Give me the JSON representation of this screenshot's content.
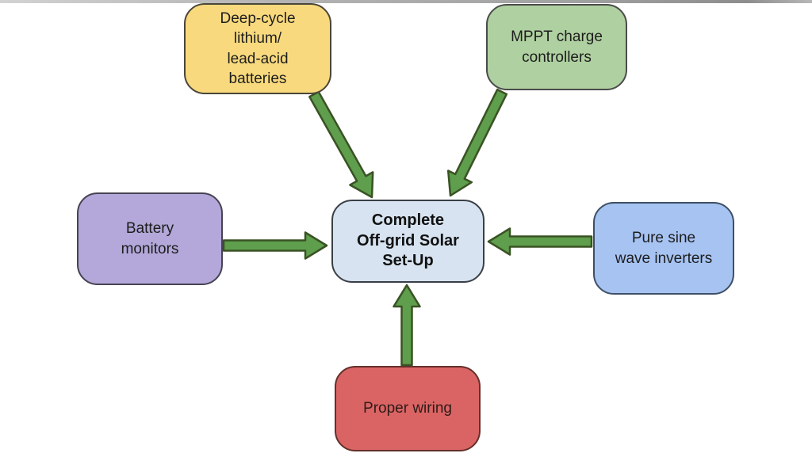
{
  "diagram_title": "Complete Off-grid Solar Set-Up components diagram",
  "nodes": {
    "batteries": {
      "label": "Deep-cycle\nlithium/\nlead-acid\nbatteries",
      "fill": "#F8D97D",
      "border": "#4a463a",
      "text_color": "#1d1d1d"
    },
    "mppt": {
      "label": "MPPT charge\ncontrollers",
      "fill": "#AFD0A0",
      "border": "#4b4b4b",
      "text_color": "#1d1d1d"
    },
    "monitors": {
      "label": "Battery\nmonitors",
      "fill": "#B3A8D9",
      "border": "#474352",
      "text_color": "#1d1d1d"
    },
    "center": {
      "label": "Complete\nOff-grid Solar\nSet-Up",
      "fill": "#D7E3F0",
      "border": "#3a3f46",
      "text_color": "#111111"
    },
    "inverters": {
      "label": "Pure sine\nwave inverters",
      "fill": "#A6C3F2",
      "border": "#3e4f66",
      "text_color": "#1d1d1d"
    },
    "wiring": {
      "label": "Proper wiring",
      "fill": "#DA6464",
      "border": "#64302b",
      "text_color": "#2f1b18"
    }
  },
  "edges": [
    {
      "from": "deep-cycle-batteries",
      "to": "complete-setup"
    },
    {
      "from": "mppt-controllers",
      "to": "complete-setup"
    },
    {
      "from": "battery-monitors",
      "to": "complete-setup"
    },
    {
      "from": "pure-sine-inverters",
      "to": "complete-setup"
    },
    {
      "from": "proper-wiring",
      "to": "complete-setup"
    }
  ],
  "colors": {
    "arrow_fill": "#5E9E4D",
    "arrow_stroke": "#3a5224",
    "background": "#ffffff"
  }
}
